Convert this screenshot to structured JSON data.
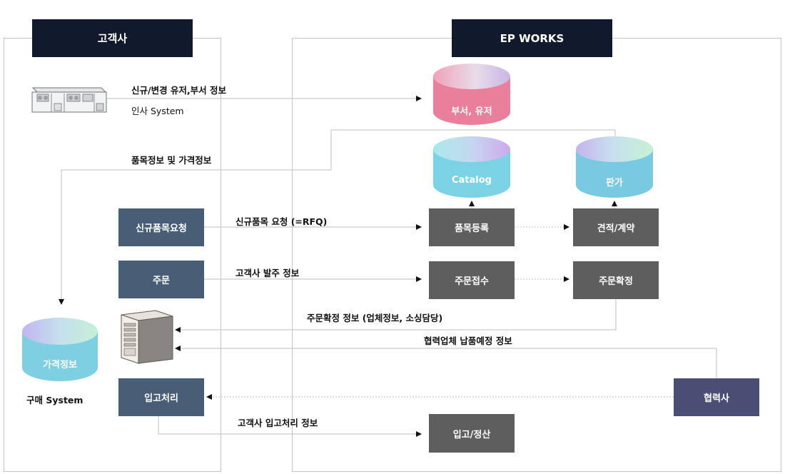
{
  "left_panel": {
    "title": "고객사",
    "system_label": "인사 System",
    "bottom_label": "구매 System"
  },
  "right_panel": {
    "title": "EP WORKS"
  },
  "databases": {
    "dept_user": "부서, 유저",
    "catalog": "Catalog",
    "pricing": "판가",
    "price_info": "가격정보"
  },
  "boxes": {
    "new_item_request": "신규품목요청",
    "order": "주문",
    "receiving": "입고처리",
    "item_registration": "품목등록",
    "quote_contract": "견적/계약",
    "order_receipt": "주문접수",
    "order_confirm": "주문확정",
    "partner": "협력사",
    "receiving_settlement": "입고/정산"
  },
  "flows": {
    "user_dept_info": "신규/변경 유저,부서 정보",
    "item_price_info": "품목정보 및 가격정보",
    "rfq": "신규품목 요청 (=RFQ)",
    "po_info": "고객사 발주 정보",
    "order_confirm_info": "주문확정 정보 (업체정보, 소싱담당)",
    "delivery_schedule": "협력업체 납품예정 정보",
    "receiving_info": "고객사 입고처리 정보"
  },
  "colors": {
    "header": "#111a2c",
    "left_box": "#485e76",
    "right_box": "#5e5e5e",
    "partner_box": "#4a4e74",
    "line": "#b9bec3"
  }
}
